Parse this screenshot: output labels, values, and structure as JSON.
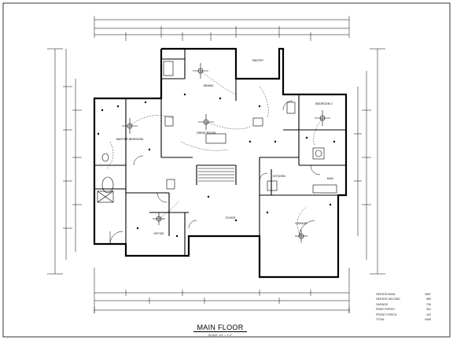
{
  "drawing": {
    "title": "MAIN FLOOR",
    "scale": "SCALE: 1/4\" = 1'-0\""
  },
  "area_schedule": [
    {
      "label": "HEATED MAIN",
      "value": "2667"
    },
    {
      "label": "HEATED SECOND",
      "value": "569"
    },
    {
      "label": "GARAGE",
      "value": "706"
    },
    {
      "label": "REAR PORCH",
      "value": "351"
    },
    {
      "label": "FRONT PORCH",
      "value": "102"
    },
    {
      "label": "TOTAL",
      "value": "4495"
    }
  ],
  "rooms": {
    "pantry": "PANTRY",
    "bedroom_2": "BEDROOM 2",
    "great_room": "GREAT ROOM",
    "foyer": "FOYER",
    "office": "OFFICE",
    "garage": "GARAGE",
    "kitchen": "KITCHEN",
    "dining": "DINING",
    "master_bedroom": "MASTER BEDROOM",
    "mudroom": "MUD"
  },
  "colors": {
    "line": "#000000",
    "paper": "#ffffff"
  }
}
